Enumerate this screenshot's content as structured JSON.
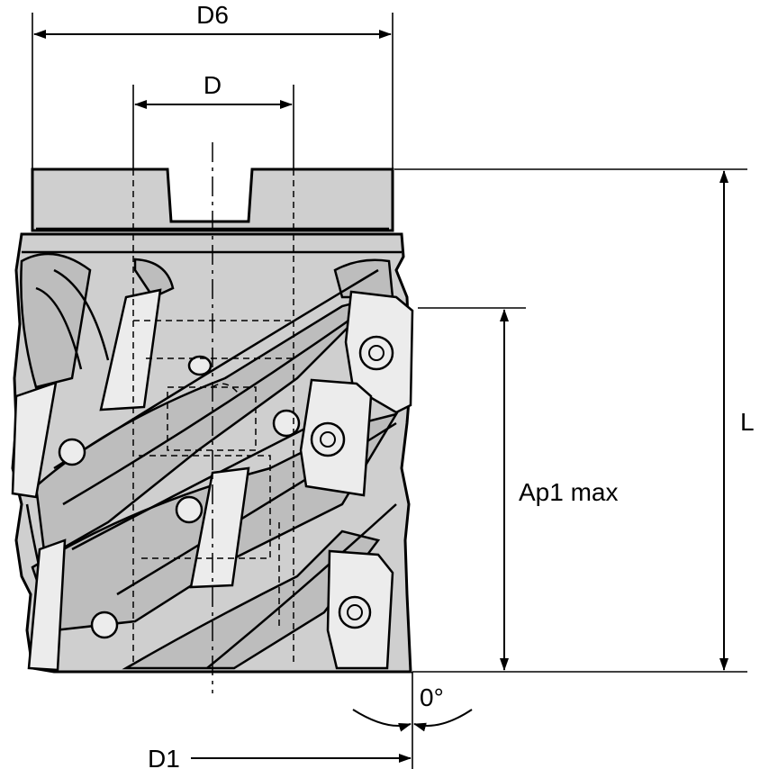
{
  "dimensions": {
    "d6": "D6",
    "d": "D",
    "l": "L",
    "ap1_max": "Ap1 max",
    "angle": "0°",
    "d1": "D1"
  },
  "colors": {
    "body": "#cfcfcf",
    "insert": "#ececec",
    "line": "#000000"
  }
}
